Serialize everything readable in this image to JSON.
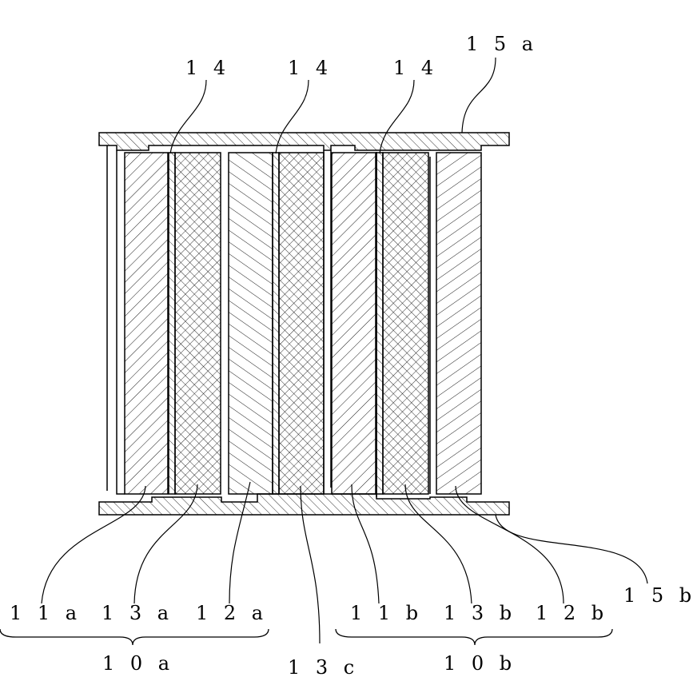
{
  "labels": {
    "l14_1": "1 4",
    "l14_2": "1 4",
    "l14_3": "1 4",
    "l15a": "1 5 a",
    "l15b": "1 5 b",
    "l11a": "1 1 a",
    "l13a": "1 3 a",
    "l12a": "1 2 a",
    "l11b": "1 1 b",
    "l13b": "1 3 b",
    "l12b": "1 2 b",
    "l13c": "1 3 c",
    "l10a": "1 0 a",
    "l10b": "1 0 b"
  },
  "colors": {
    "line": "#000000",
    "background": "#ffffff"
  }
}
